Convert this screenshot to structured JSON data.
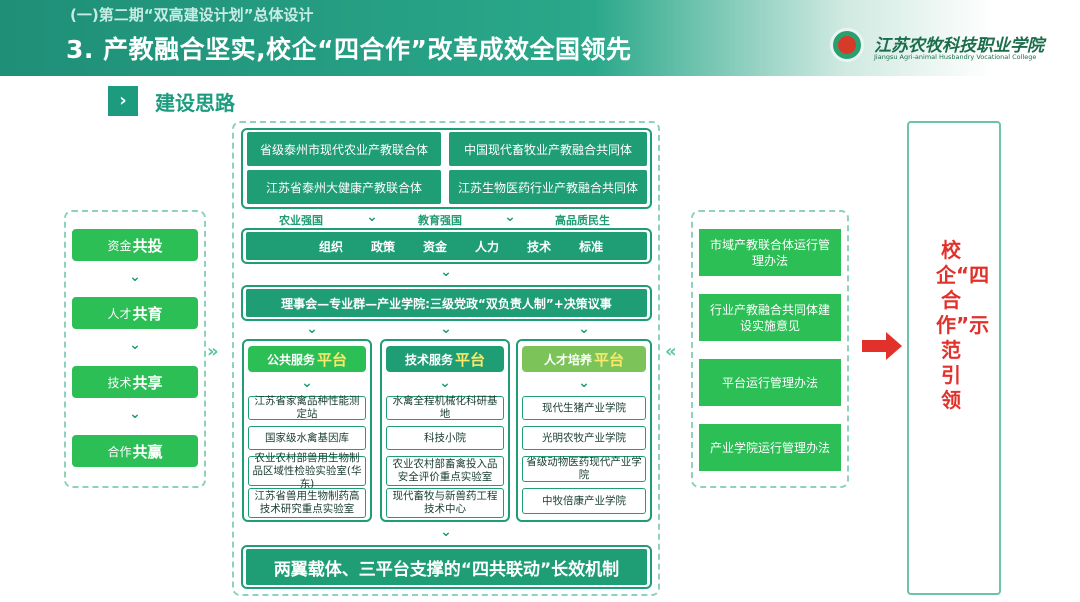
{
  "header": {
    "subtitle": "(一)第二期“双高建设计划”总体设计",
    "title": "3. 产教融合坚实,校企“四合作”改革成效全国领先",
    "logo_cn": "江苏农牧科技职业学院",
    "logo_en": "Jiangsu Agri-animal Husbandry Vocational College"
  },
  "section": {
    "arrow": "›",
    "title": "建设思路"
  },
  "left_pillars": [
    {
      "small": "资金",
      "big": "共投"
    },
    {
      "small": "人才",
      "big": "共育"
    },
    {
      "small": "技术",
      "big": "共享"
    },
    {
      "small": "合作",
      "big": "共赢"
    }
  ],
  "consortia": [
    "省级泰州市现代农业产教联合体",
    "中国现代畜牧业产教融合共同体",
    "江苏省泰州大健康产教联合体",
    "江苏生物医药行业产教融合共同体"
  ],
  "goals": [
    "农业强国",
    "教育强国",
    "高品质民生"
  ],
  "elements": [
    "组织",
    "政策",
    "资金",
    "人力",
    "技术",
    "标准"
  ],
  "governance": "理事会—专业群—产业学院:三级党政“双负责人制”+决策议事",
  "platforms": [
    {
      "name_small": "公共服务",
      "name_big": "平台",
      "color": "#2bbf55",
      "items": [
        "江苏省家禽品种性能测定站",
        "国家级水禽基因库",
        "农业农村部兽用生物制品区域性检验实验室(华东)",
        "江苏省兽用生物制药高技术研究重点实验室"
      ]
    },
    {
      "name_small": "技术服务",
      "name_big": "平台",
      "color": "#1f9d74",
      "items": [
        "水禽全程机械化科研基地",
        "科技小院",
        "农业农村部畜禽投入品安全评价重点实验室",
        "现代畜牧与新兽药工程技术中心"
      ]
    },
    {
      "name_small": "人才培养",
      "name_big": "平台",
      "color": "#7cc45a",
      "items": [
        "现代生猪产业学院",
        "光明农牧产业学院",
        "省级动物医药现代产业学院",
        "中牧倍康产业学院"
      ]
    }
  ],
  "bottom_mechanism": "两翼载体、三平台支撑的“四共联动”长效机制",
  "measures": [
    "市域产教联合体运行管理办法",
    "行业产教融合共同体建设实施意见",
    "平台运行管理办法",
    "产业学院运行管理办法"
  ],
  "result": "校企“四合作”示范引领",
  "colors": {
    "primary": "#1f9d74",
    "light_green": "#2bbf55",
    "accent_red": "#e2312b",
    "dashed_border": "#8ed1bd"
  }
}
